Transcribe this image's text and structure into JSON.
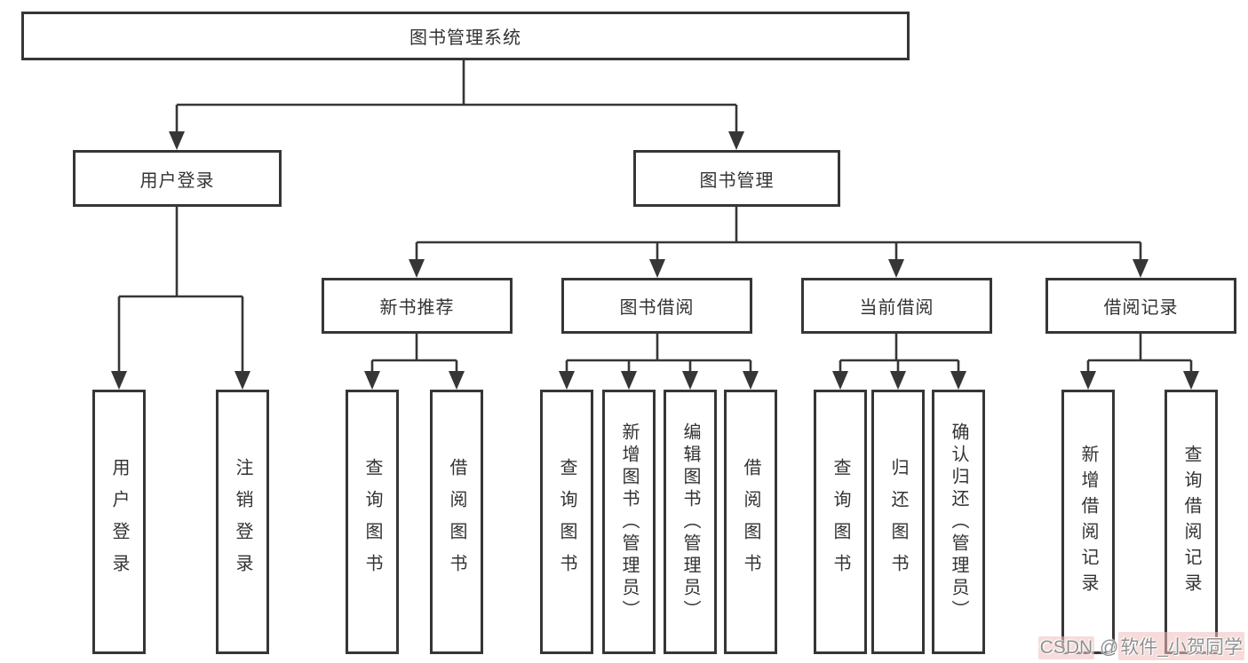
{
  "diagram_title": "图书管理系统",
  "tree": {
    "root": {
      "label": "图书管理系统"
    },
    "branches": [
      {
        "label": "用户登录",
        "children": [
          {
            "label": "用户登录"
          },
          {
            "label": "注销登录"
          }
        ]
      },
      {
        "label": "图书管理",
        "sections": [
          {
            "label": "新书推荐",
            "children": [
              {
                "label": "查询图书"
              },
              {
                "label": "借阅图书"
              }
            ]
          },
          {
            "label": "图书借阅",
            "children": [
              {
                "label": "查询图书"
              },
              {
                "label": "新增图书（管理员）"
              },
              {
                "label": "编辑图书（管理员）"
              },
              {
                "label": "借阅图书"
              }
            ]
          },
          {
            "label": "当前借阅",
            "children": [
              {
                "label": "查询图书"
              },
              {
                "label": "归还图书"
              },
              {
                "label": "确认归还（管理员）"
              }
            ]
          },
          {
            "label": "借阅记录",
            "children": [
              {
                "label": "新增借阅记录"
              },
              {
                "label": "查询借阅记录"
              }
            ]
          }
        ]
      }
    ]
  },
  "watermark": {
    "site": "CSDN",
    "separator": " @",
    "author": "软件_小贺同学"
  },
  "colors": {
    "line": "#363636",
    "box_border": "#363636",
    "box_background": "#ffffff",
    "page_background": "#ffffff",
    "text": "#333333",
    "watermark_text": "#8f8f8f",
    "watermark_tint": "#f0bdbb"
  }
}
